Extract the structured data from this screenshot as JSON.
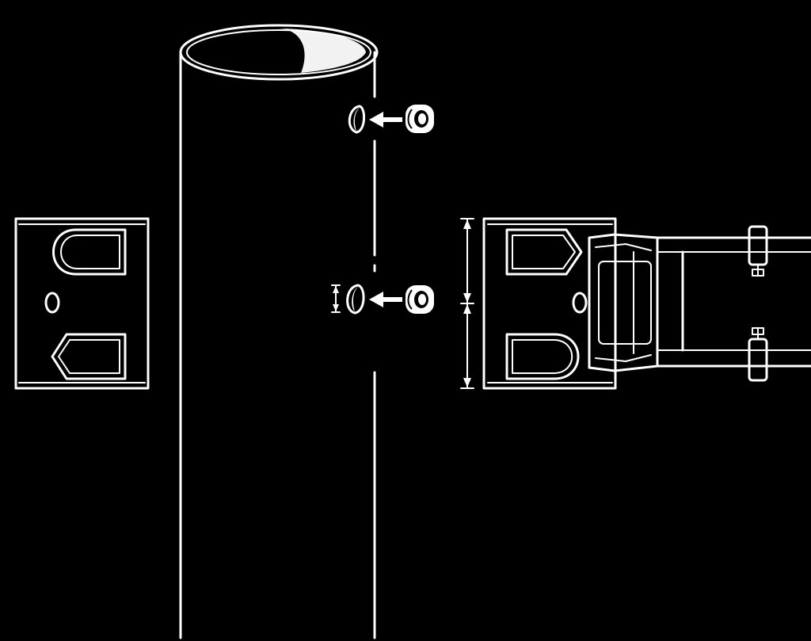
{
  "diagram": {
    "description_visible_text": "",
    "colors": {
      "background": "#000000",
      "line": "#ffffff"
    },
    "parts": [
      "pipe",
      "left-mounting-bracket",
      "right-mounting-bracket",
      "extension-arm",
      "upper-hole",
      "lower-hole",
      "upper-nut-insert",
      "lower-nut-insert",
      "insertion-arrow",
      "dimension-marker"
    ]
  }
}
